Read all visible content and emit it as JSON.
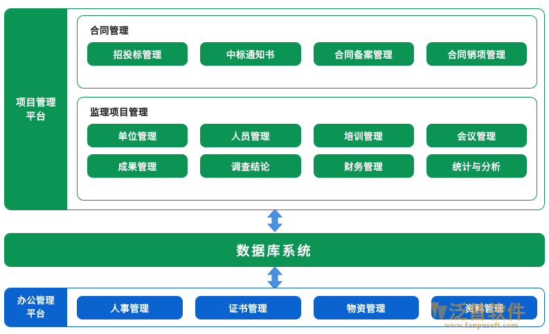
{
  "diagram": {
    "title_colors": {
      "green": "#0b9454",
      "blue": "#0b63cf",
      "white": "#ffffff",
      "watermark_gold": "#d6982d"
    },
    "project_platform": {
      "sidebar_label": "项目管理\n平台",
      "sidebar_label_line1": "项目管理",
      "sidebar_label_line2": "平台",
      "groups": [
        {
          "title": "合同管理",
          "rows": [
            [
              "招投标管理",
              "中标通知书",
              "合同备案管理",
              "合同销项管理"
            ]
          ]
        },
        {
          "title": "监理项目管理",
          "rows": [
            [
              "单位管理",
              "人员管理",
              "培训管理",
              "会议管理"
            ],
            [
              "成果管理",
              "调查结论",
              "财务管理",
              "统计与分析"
            ]
          ]
        }
      ]
    },
    "database_bar": {
      "label": "数据库系统"
    },
    "office_platform": {
      "sidebar_label_line1": "办公管理",
      "sidebar_label_line2": "平台",
      "buttons": [
        "人事管理",
        "证书管理",
        "物资管理",
        "资料管理"
      ]
    },
    "connectors": [
      {
        "name": "double-arrow-top",
        "direction": "vertical-both"
      },
      {
        "name": "double-arrow-bottom",
        "direction": "vertical-both"
      }
    ],
    "watermark": {
      "brand": "泛普软件",
      "url": "www.fanpusoft.com"
    }
  }
}
